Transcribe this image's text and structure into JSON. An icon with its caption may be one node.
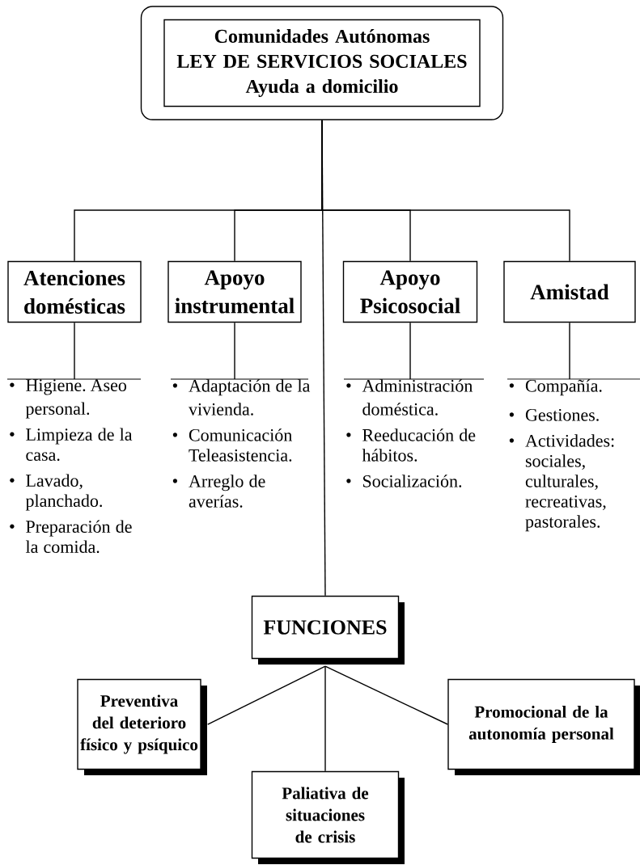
{
  "diagram": {
    "nodes": [
      {
        "text": [],
        "shape": "box"
      },
      {
        "text": [
          "Comunidades Autónomas",
          "LEY DE SERVICIOS SOCIALES",
          "Ayuda a domicilio"
        ],
        "in": 0
      },
      {
        "text": [
          "Atenciones domésticas"
        ]
      },
      {
        "text": [
          "Apoyo instrumental"
        ]
      },
      {
        "text": [
          "Apoyo Psicosocial"
        ]
      },
      {
        "text": [
          "Amistad"
        ]
      },
      {
        "text": [
          "Higiene. Aseo personal.",
          "Limpieza de la casa.",
          "Lavado, planchado.",
          "Preparación de la comida."
        ]
      },
      {
        "text": [
          "Adaptación de la vivienda.",
          "Comunicación Teleasistencia.",
          "Arreglo de averías."
        ]
      },
      {
        "text": [
          "Administración doméstica.",
          "Reeducación de hábitos.",
          "Socialización."
        ]
      },
      {
        "text": [
          "Compañía.",
          "Gestiones.",
          "Actividades: sociales, culturales, recreativas, pastorales."
        ]
      },
      {
        "text": [
          "FUNCIONES"
        ]
      },
      {
        "text": [
          "Preventiva del deterioro físico y psíquico"
        ]
      },
      {
        "text": [
          "Promocional de la autonomía personal"
        ]
      },
      {
        "text": [
          "Paliativa de situaciones de crisis"
        ]
      }
    ],
    "edges": [
      {
        "from": 0,
        "to": 2,
        "arrow": "none"
      },
      {
        "from": 0,
        "to": 3,
        "arrow": "none"
      },
      {
        "from": 0,
        "to": 4,
        "arrow": "none"
      },
      {
        "from": 0,
        "to": 5,
        "arrow": "none"
      },
      {
        "from": 2,
        "to": 6,
        "arrow": "none"
      },
      {
        "from": 3,
        "to": 7,
        "arrow": "none"
      },
      {
        "from": 4,
        "to": 8,
        "arrow": "none"
      },
      {
        "from": 5,
        "to": 9,
        "arrow": "none"
      },
      {
        "from": 0,
        "to": 10,
        "arrow": "none"
      },
      {
        "from": 10,
        "to": 11,
        "arrow": "none"
      },
      {
        "from": 10,
        "to": 12,
        "arrow": "none"
      },
      {
        "from": 10,
        "to": 13,
        "arrow": "none"
      }
    ]
  }
}
